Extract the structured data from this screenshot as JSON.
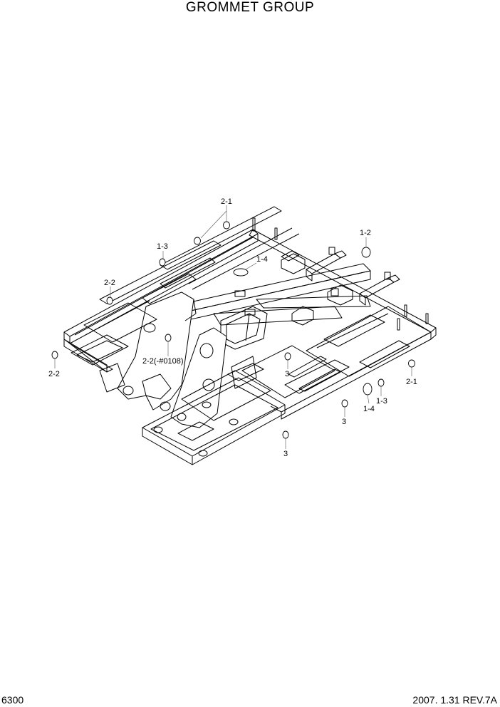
{
  "header": {
    "title": "GROMMET GROUP"
  },
  "footer": {
    "page_number": "6300",
    "revision": "2007. 1.31  REV.7A"
  },
  "callouts": [
    {
      "id": "c-2-1-top",
      "label": "2-1"
    },
    {
      "id": "c-1-2",
      "label": "1-2"
    },
    {
      "id": "c-1-3-left",
      "label": "1-3"
    },
    {
      "id": "c-1-4-top",
      "label": "1-4"
    },
    {
      "id": "c-2-2-upper",
      "label": "2-2"
    },
    {
      "id": "c-2-2-lower",
      "label": "2-2"
    },
    {
      "id": "c-2-2-serial",
      "label": "2-2(-#0108)"
    },
    {
      "id": "c-3-center",
      "label": "3"
    },
    {
      "id": "c-2-1-right",
      "label": "2-1"
    },
    {
      "id": "c-1-4-bottom",
      "label": "1-4"
    },
    {
      "id": "c-1-3-bottom",
      "label": "1-3"
    },
    {
      "id": "c-3-right",
      "label": "3"
    },
    {
      "id": "c-3-bottom",
      "label": "3"
    }
  ]
}
